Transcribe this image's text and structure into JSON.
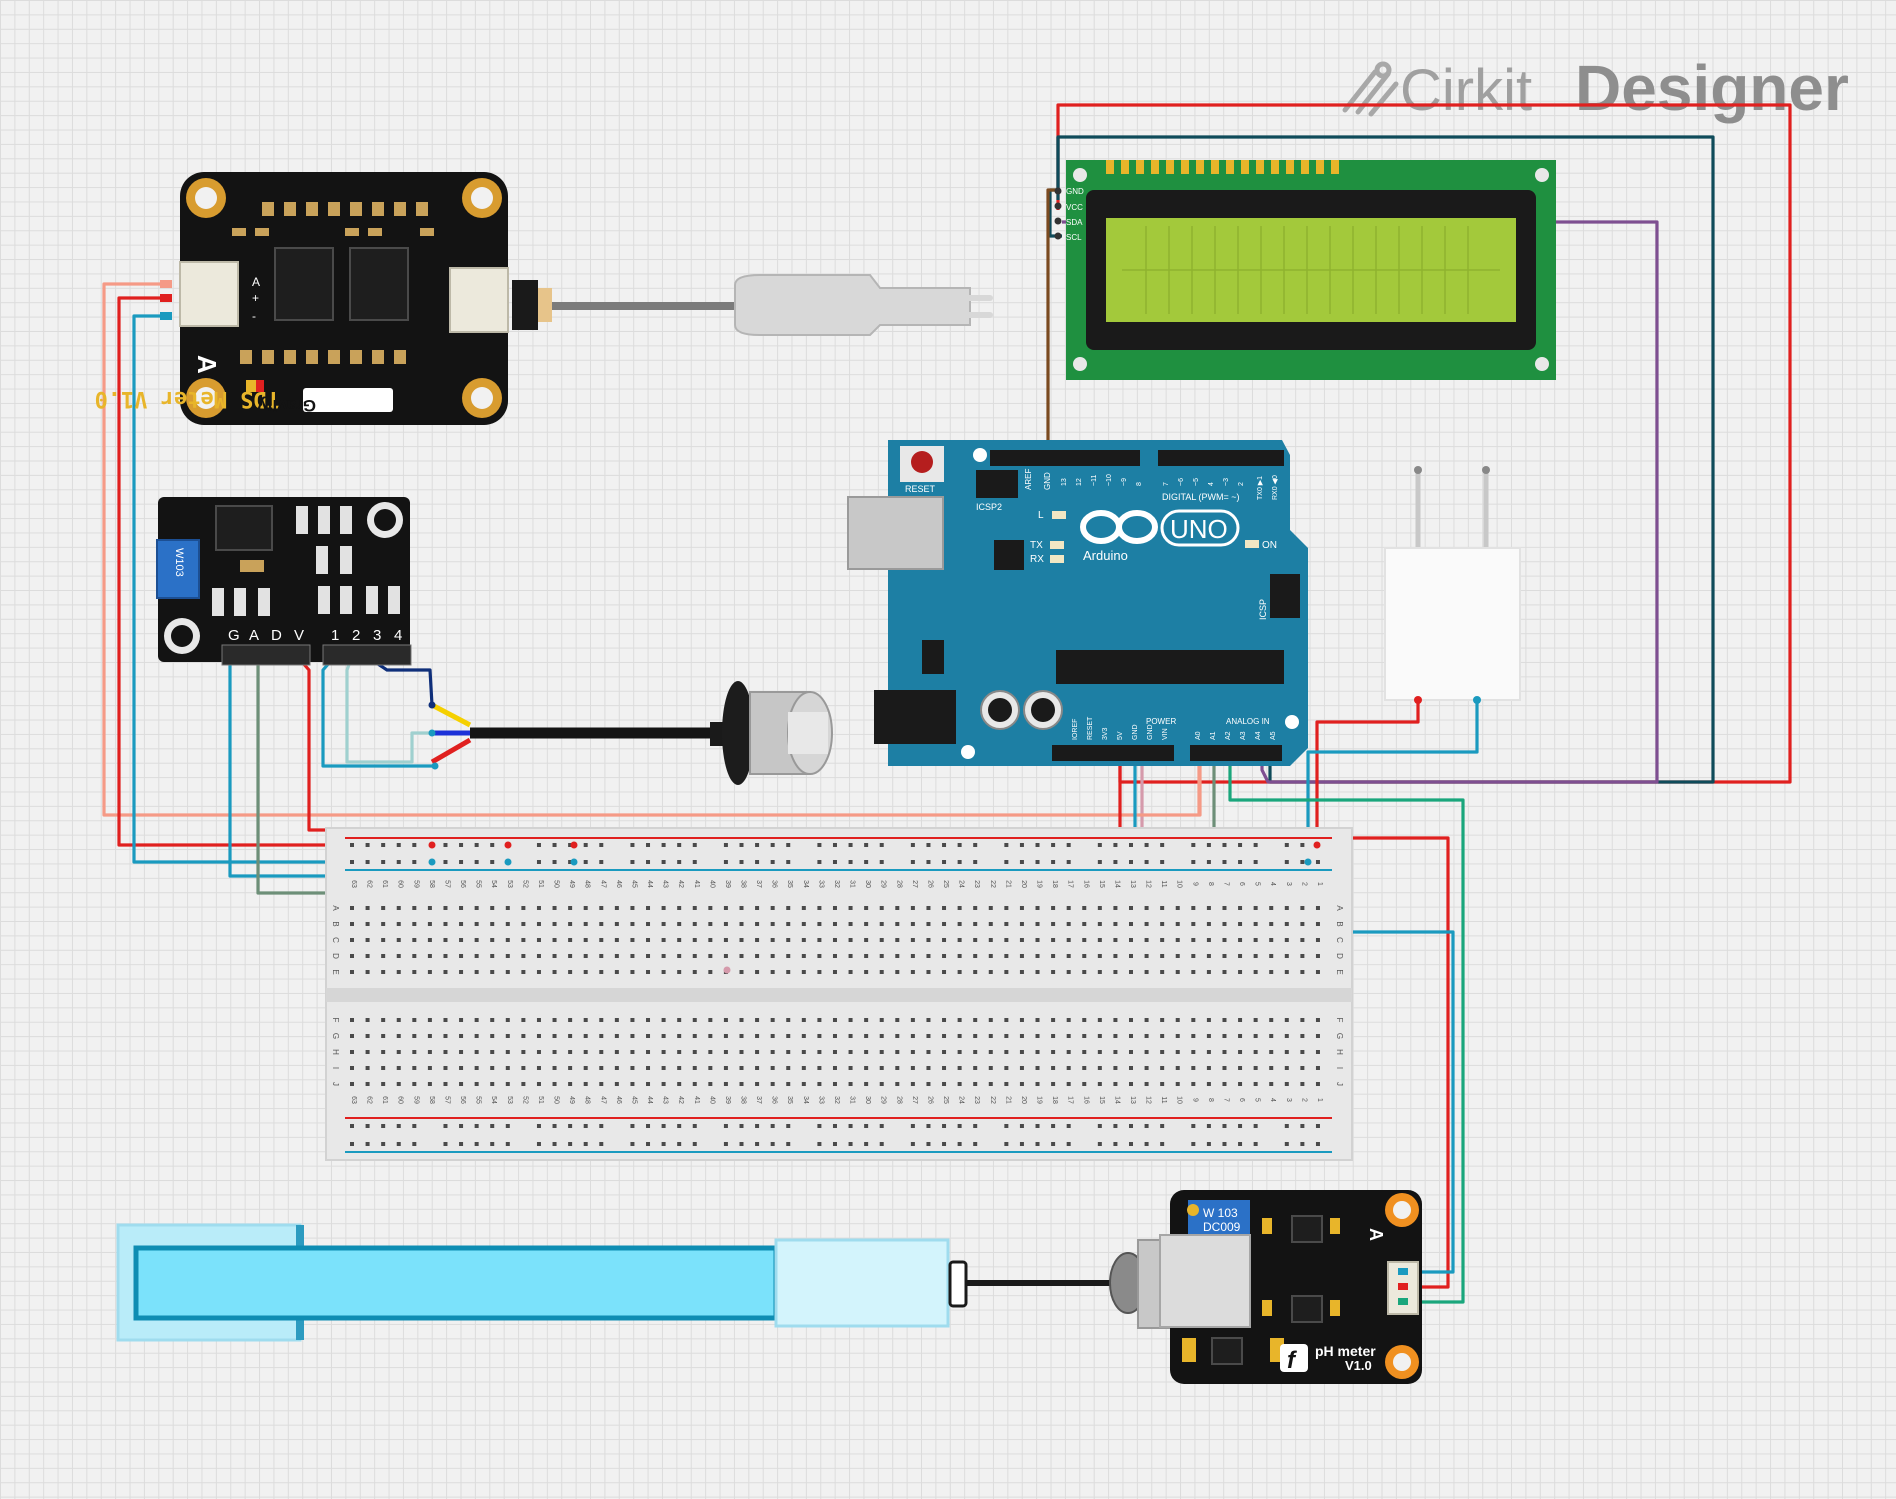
{
  "brand": {
    "prefix": "Cirkit",
    "suffix": "Designer",
    "color": "#9a9a9a"
  },
  "tds_module": {
    "title": "TDS Meter V1.0",
    "brand": "Gravity",
    "letter": "A",
    "pins": [
      "A",
      "+",
      "-"
    ]
  },
  "turbidity_module": {
    "pot": "W103",
    "pins": [
      "G",
      "A",
      "D",
      "V"
    ],
    "sensor_pins": [
      "1",
      "2",
      "3",
      "4"
    ]
  },
  "lcd": {
    "pins": [
      "GND",
      "VCC",
      "SDA",
      "SCL"
    ]
  },
  "arduino": {
    "model": "UNO",
    "brand": "Arduino",
    "reset": "RESET",
    "icsp2": "ICSP2",
    "icsp": "ICSP",
    "led_l": "L",
    "led_tx": "TX",
    "led_rx": "RX",
    "led_on": "ON",
    "digital": "DIGITAL (PWM= ~)",
    "power": "POWER",
    "analog": "ANALOG IN",
    "aref": "AREF",
    "gnd_top": "GND",
    "digital_pins": [
      "13",
      "12",
      "~11",
      "~10",
      "~9",
      "8",
      "7",
      "~6",
      "~5",
      "4",
      "~3",
      "2",
      "TX0 ▶1",
      "RX0 ◀0"
    ],
    "power_pins": [
      "IOREF",
      "RESET",
      "3V3",
      "5V",
      "GND",
      "GND",
      "VIN"
    ],
    "analog_pins": [
      "A0",
      "A1",
      "A2",
      "A3",
      "A4",
      "A5"
    ]
  },
  "breadboard": {
    "columns": [
      "63",
      "62",
      "61",
      "60",
      "59",
      "58",
      "57",
      "56",
      "55",
      "54",
      "53",
      "52",
      "51",
      "50",
      "49",
      "48",
      "47",
      "46",
      "45",
      "44",
      "43",
      "42",
      "41",
      "40",
      "39",
      "38",
      "37",
      "36",
      "35",
      "34",
      "33",
      "32",
      "31",
      "30",
      "29",
      "28",
      "27",
      "26",
      "25",
      "24",
      "23",
      "22",
      "21",
      "20",
      "19",
      "18",
      "17",
      "16",
      "15",
      "14",
      "13",
      "12",
      "11",
      "10",
      "9",
      "8",
      "7",
      "6",
      "5",
      "4",
      "3",
      "2",
      "1"
    ],
    "rows_top": [
      "A",
      "B",
      "C",
      "D",
      "E"
    ],
    "rows_bottom": [
      "F",
      "G",
      "H",
      "I",
      "J"
    ]
  },
  "ph_module": {
    "title": "pH meter",
    "version": "V1.0",
    "pot": "W 103",
    "pot2": "DC009",
    "letter": "A",
    "logo": "f"
  },
  "colors": {
    "red": "#e0201f",
    "teal": "#1a9abf",
    "dark_teal": "#0f4b5a",
    "salmon": "#f59a86",
    "gray_green": "#6d8f78",
    "purple": "#7e4f91",
    "pink": "#d59aab",
    "green": "#1aa67c",
    "brown": "#7a4a20",
    "arduino_blue": "#1d7fa4",
    "lcd_green": "#a3c93b",
    "pcb_black": "#131313"
  }
}
